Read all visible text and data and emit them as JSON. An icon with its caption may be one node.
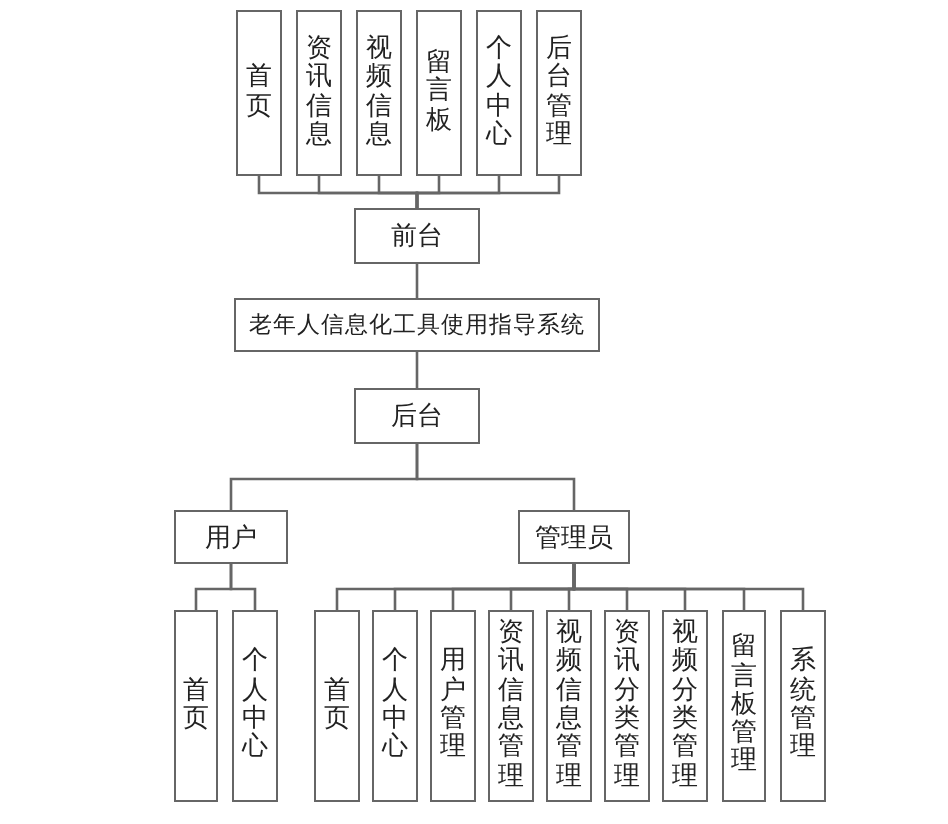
{
  "diagram": {
    "nodes": [
      {
        "text": [
          "首页"
        ]
      },
      {
        "text": [
          "资讯信息"
        ]
      },
      {
        "text": [
          "视频信息"
        ]
      },
      {
        "text": [
          "留言板"
        ]
      },
      {
        "text": [
          "个人中心"
        ]
      },
      {
        "text": [
          "后台管理"
        ]
      },
      {
        "text": [
          "前台"
        ]
      },
      {
        "text": [
          "老年人信息化工具使用指导系统"
        ]
      },
      {
        "text": [
          "后台"
        ]
      },
      {
        "text": [
          "用户"
        ]
      },
      {
        "text": [
          "管理员"
        ]
      },
      {
        "text": [
          "首页"
        ]
      },
      {
        "text": [
          "个人中心"
        ]
      },
      {
        "text": [
          "首页"
        ]
      },
      {
        "text": [
          "个人中心"
        ]
      },
      {
        "text": [
          "用户管理"
        ]
      },
      {
        "text": [
          "资讯信息管理"
        ]
      },
      {
        "text": [
          "视频信息管理"
        ]
      },
      {
        "text": [
          "资讯分类管理"
        ]
      },
      {
        "text": [
          "视频分类管理"
        ]
      },
      {
        "text": [
          "留言板管理"
        ]
      },
      {
        "text": [
          "系统管理"
        ]
      }
    ],
    "edges": [
      {
        "from": 6,
        "to": 0,
        "arrow": "none"
      },
      {
        "from": 6,
        "to": 1,
        "arrow": "none"
      },
      {
        "from": 6,
        "to": 2,
        "arrow": "none"
      },
      {
        "from": 6,
        "to": 3,
        "arrow": "none"
      },
      {
        "from": 6,
        "to": 4,
        "arrow": "none"
      },
      {
        "from": 6,
        "to": 5,
        "arrow": "none"
      },
      {
        "from": 7,
        "to": 6,
        "arrow": "none"
      },
      {
        "from": 7,
        "to": 8,
        "arrow": "none"
      },
      {
        "from": 8,
        "to": 9,
        "arrow": "none"
      },
      {
        "from": 8,
        "to": 10,
        "arrow": "none"
      },
      {
        "from": 9,
        "to": 11,
        "arrow": "none"
      },
      {
        "from": 9,
        "to": 12,
        "arrow": "none"
      },
      {
        "from": 10,
        "to": 13,
        "arrow": "none"
      },
      {
        "from": 10,
        "to": 14,
        "arrow": "none"
      },
      {
        "from": 10,
        "to": 15,
        "arrow": "none"
      },
      {
        "from": 10,
        "to": 16,
        "arrow": "none"
      },
      {
        "from": 10,
        "to": 17,
        "arrow": "none"
      },
      {
        "from": 10,
        "to": 18,
        "arrow": "none"
      },
      {
        "from": 10,
        "to": 19,
        "arrow": "none"
      },
      {
        "from": 10,
        "to": 20,
        "arrow": "none"
      },
      {
        "from": 10,
        "to": 21,
        "arrow": "none"
      }
    ]
  }
}
